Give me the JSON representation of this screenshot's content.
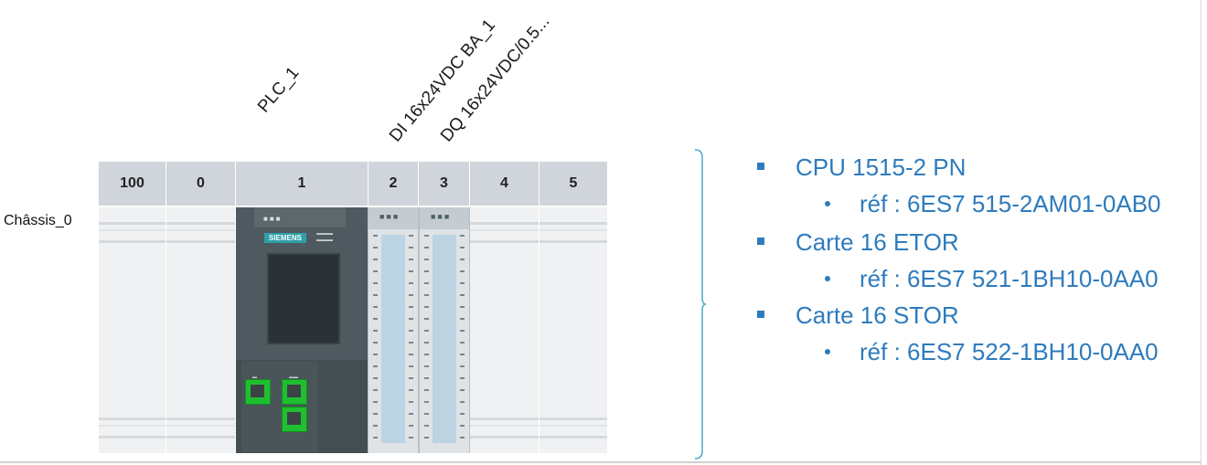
{
  "modules": {
    "plc_label": "PLC_1",
    "di_label": "DI 16x24VDC BA_1",
    "dq_label": "DQ 16x24VDC/0.5..."
  },
  "rack": {
    "name": "Châssis_0",
    "slots": [
      "100",
      "0",
      "1",
      "2",
      "3",
      "4",
      "5"
    ]
  },
  "cpu": {
    "brand": "SIEMENS"
  },
  "specs": [
    {
      "title": "CPU 1515-2 PN",
      "ref": "réf : 6ES7 515-2AM01-0AB0"
    },
    {
      "title": "Carte 16 ETOR",
      "ref": "réf : 6ES7 521-1BH10-0AA0"
    },
    {
      "title": "Carte 16 STOR",
      "ref": "réf : 6ES7 522-1BH10-0AA0"
    }
  ],
  "colors": {
    "accent_text": "#2e7bbd",
    "port_green": "#1fbf2f",
    "cpu_body": "#4e5a60",
    "rack_header": "#cfd5da"
  }
}
